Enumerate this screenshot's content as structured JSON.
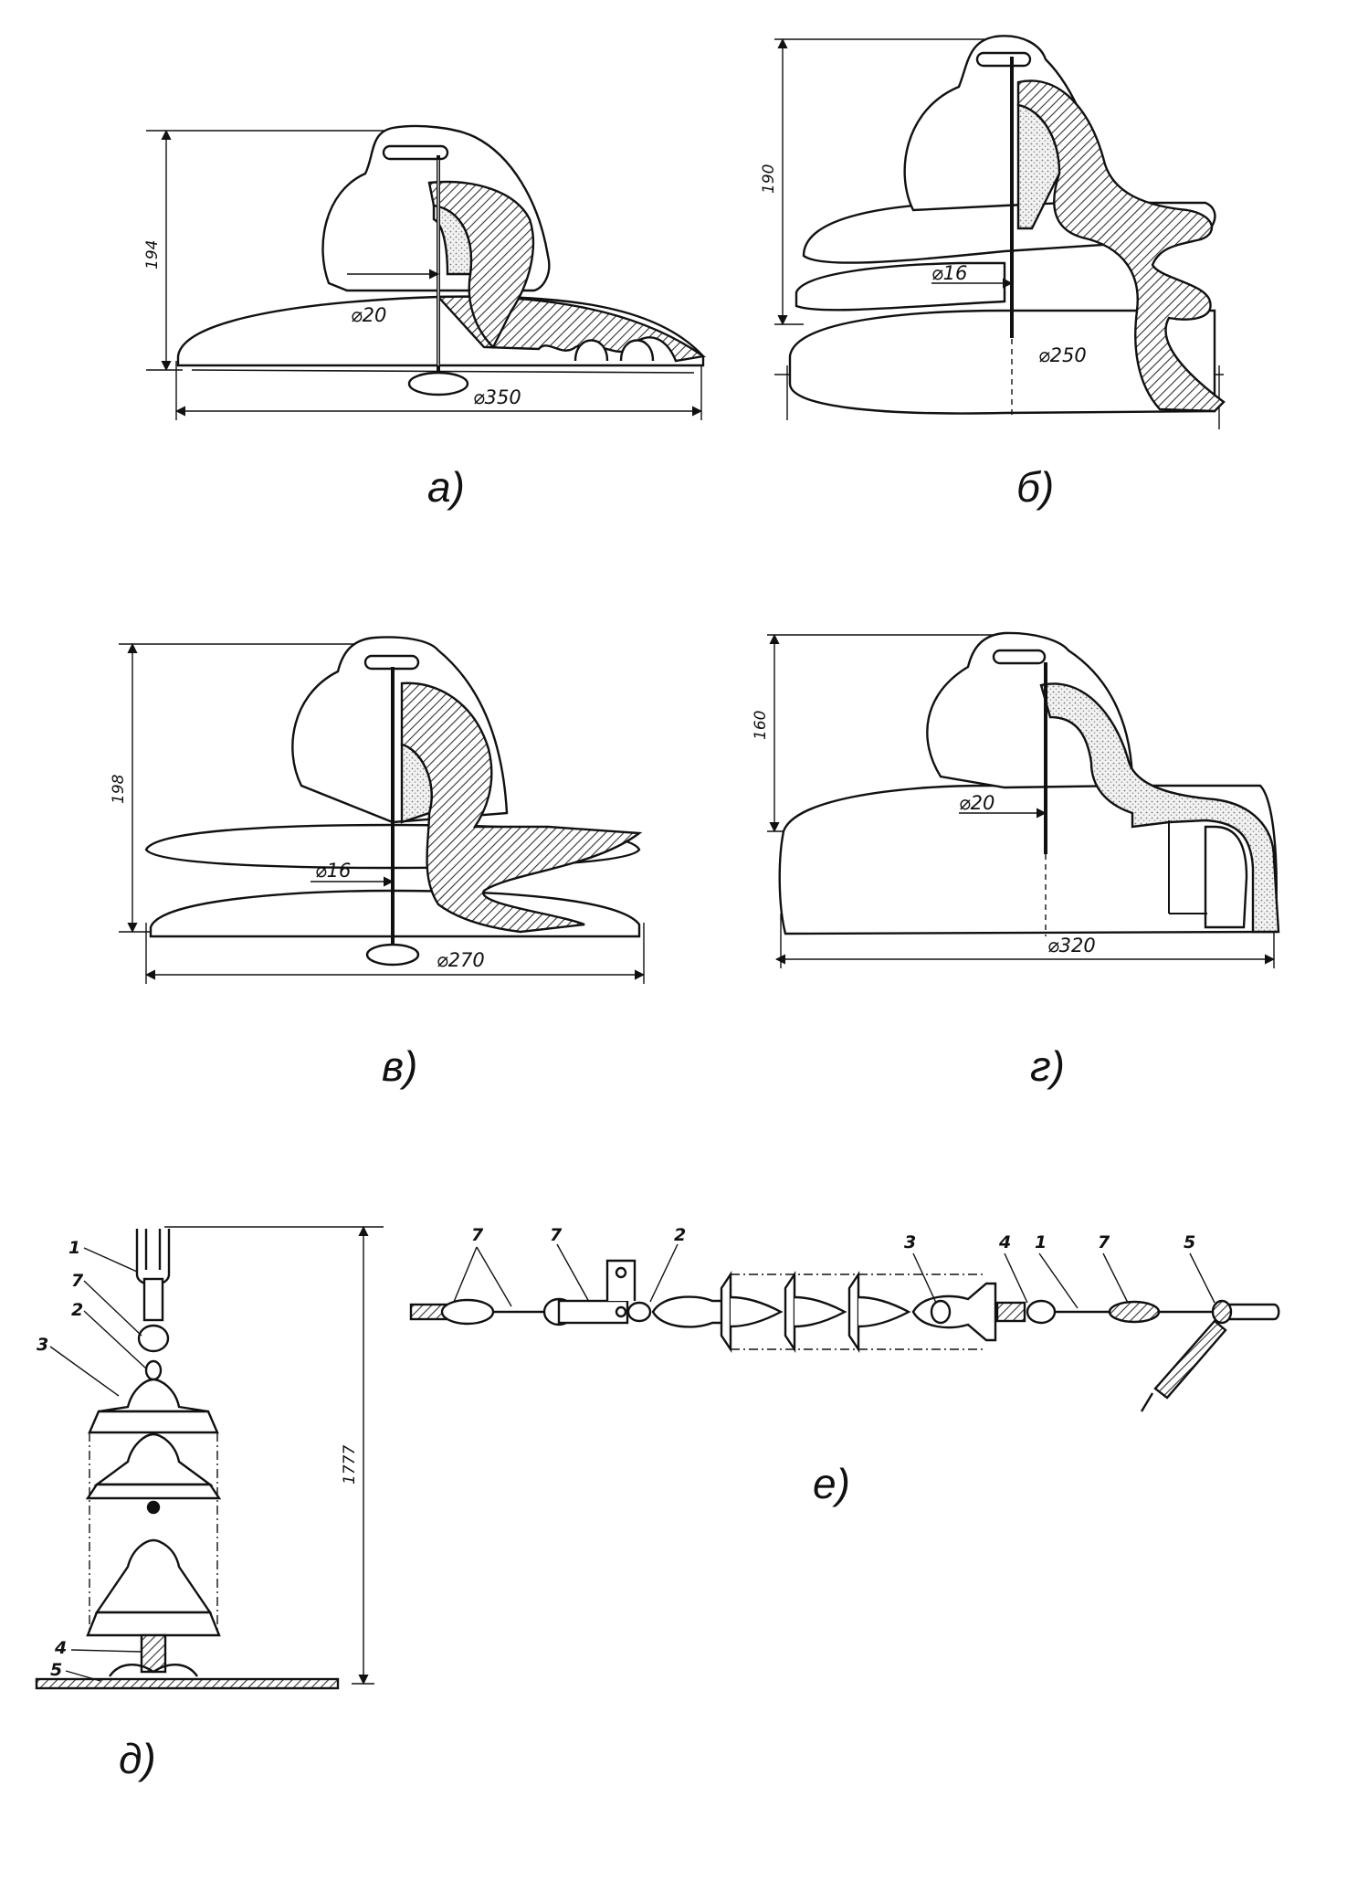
{
  "panels": {
    "a": {
      "label": "а)",
      "height": "194",
      "pin_diameter": "⌀20",
      "disc_diameter": "⌀350"
    },
    "b": {
      "label": "б)",
      "height": "190",
      "pin_diameter": "⌀16",
      "disc_diameter": "⌀250"
    },
    "v": {
      "label": "в)",
      "height": "198",
      "pin_diameter": "⌀16",
      "disc_diameter": "⌀270"
    },
    "g": {
      "label": "г)",
      "height": "160",
      "pin_diameter": "⌀20",
      "disc_diameter": "⌀320"
    },
    "d": {
      "label": "д)",
      "height": "1777",
      "callouts": [
        "1",
        "7",
        "2",
        "3",
        "4",
        "5"
      ]
    },
    "e": {
      "label": "е)",
      "callouts": [
        "7",
        "7",
        "2",
        "3",
        "4",
        "1",
        "7",
        "5"
      ]
    }
  },
  "colors": {
    "line": "#111111",
    "hatch": "#333333",
    "sand": "#888888"
  }
}
